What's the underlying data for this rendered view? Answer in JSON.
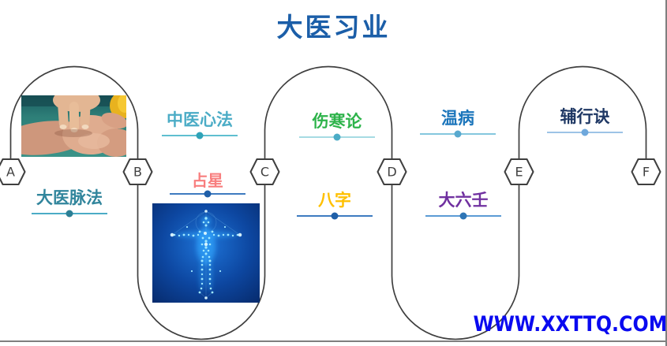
{
  "page": {
    "title": "大医习业",
    "title_color": "#1B5EA8",
    "watermark": "WWW.XXTTQ.COM",
    "watermark_color": "#0A0AF0",
    "path_color": "#3f3f3f",
    "rule_color": "#7f7f7f"
  },
  "nodes": [
    {
      "label": "A"
    },
    {
      "label": "B"
    },
    {
      "label": "C"
    },
    {
      "label": "D"
    },
    {
      "label": "E"
    },
    {
      "label": "F"
    }
  ],
  "subjects": [
    {
      "label": "大医脉法",
      "color": "#31859C",
      "line_color": "#4BACC6",
      "dot_color": "#2C7F95"
    },
    {
      "label": "中医心法",
      "color": "#4BACC6",
      "line_color": "#5FBFD0",
      "dot_color": "#2FA3B8"
    },
    {
      "label": "占星",
      "color": "#F87E7E",
      "line_color": "#3E7BC0",
      "dot_color": "#1F5FA8"
    },
    {
      "label": "伤寒论",
      "color": "#2DB34A",
      "line_color": "#A6DBE3",
      "dot_color": "#4BACC6"
    },
    {
      "label": "八字",
      "color": "#FFC000",
      "line_color": "#3E7BC0",
      "dot_color": "#1F5FA8"
    },
    {
      "label": "温病",
      "color": "#1B75BB",
      "line_color": "#85C7DE",
      "dot_color": "#58A9CF"
    },
    {
      "label": "大六壬",
      "color": "#7030A0",
      "line_color": "#5B9BD5",
      "dot_color": "#2E75B6"
    },
    {
      "label": "辅行诀",
      "color": "#1F3864",
      "line_color": "#9DC3E6",
      "dot_color": "#6FA8DC"
    }
  ],
  "images": {
    "pulse_photo": "pulse-diagnosis-photo",
    "body_figure": "digital-human-body-figure"
  }
}
